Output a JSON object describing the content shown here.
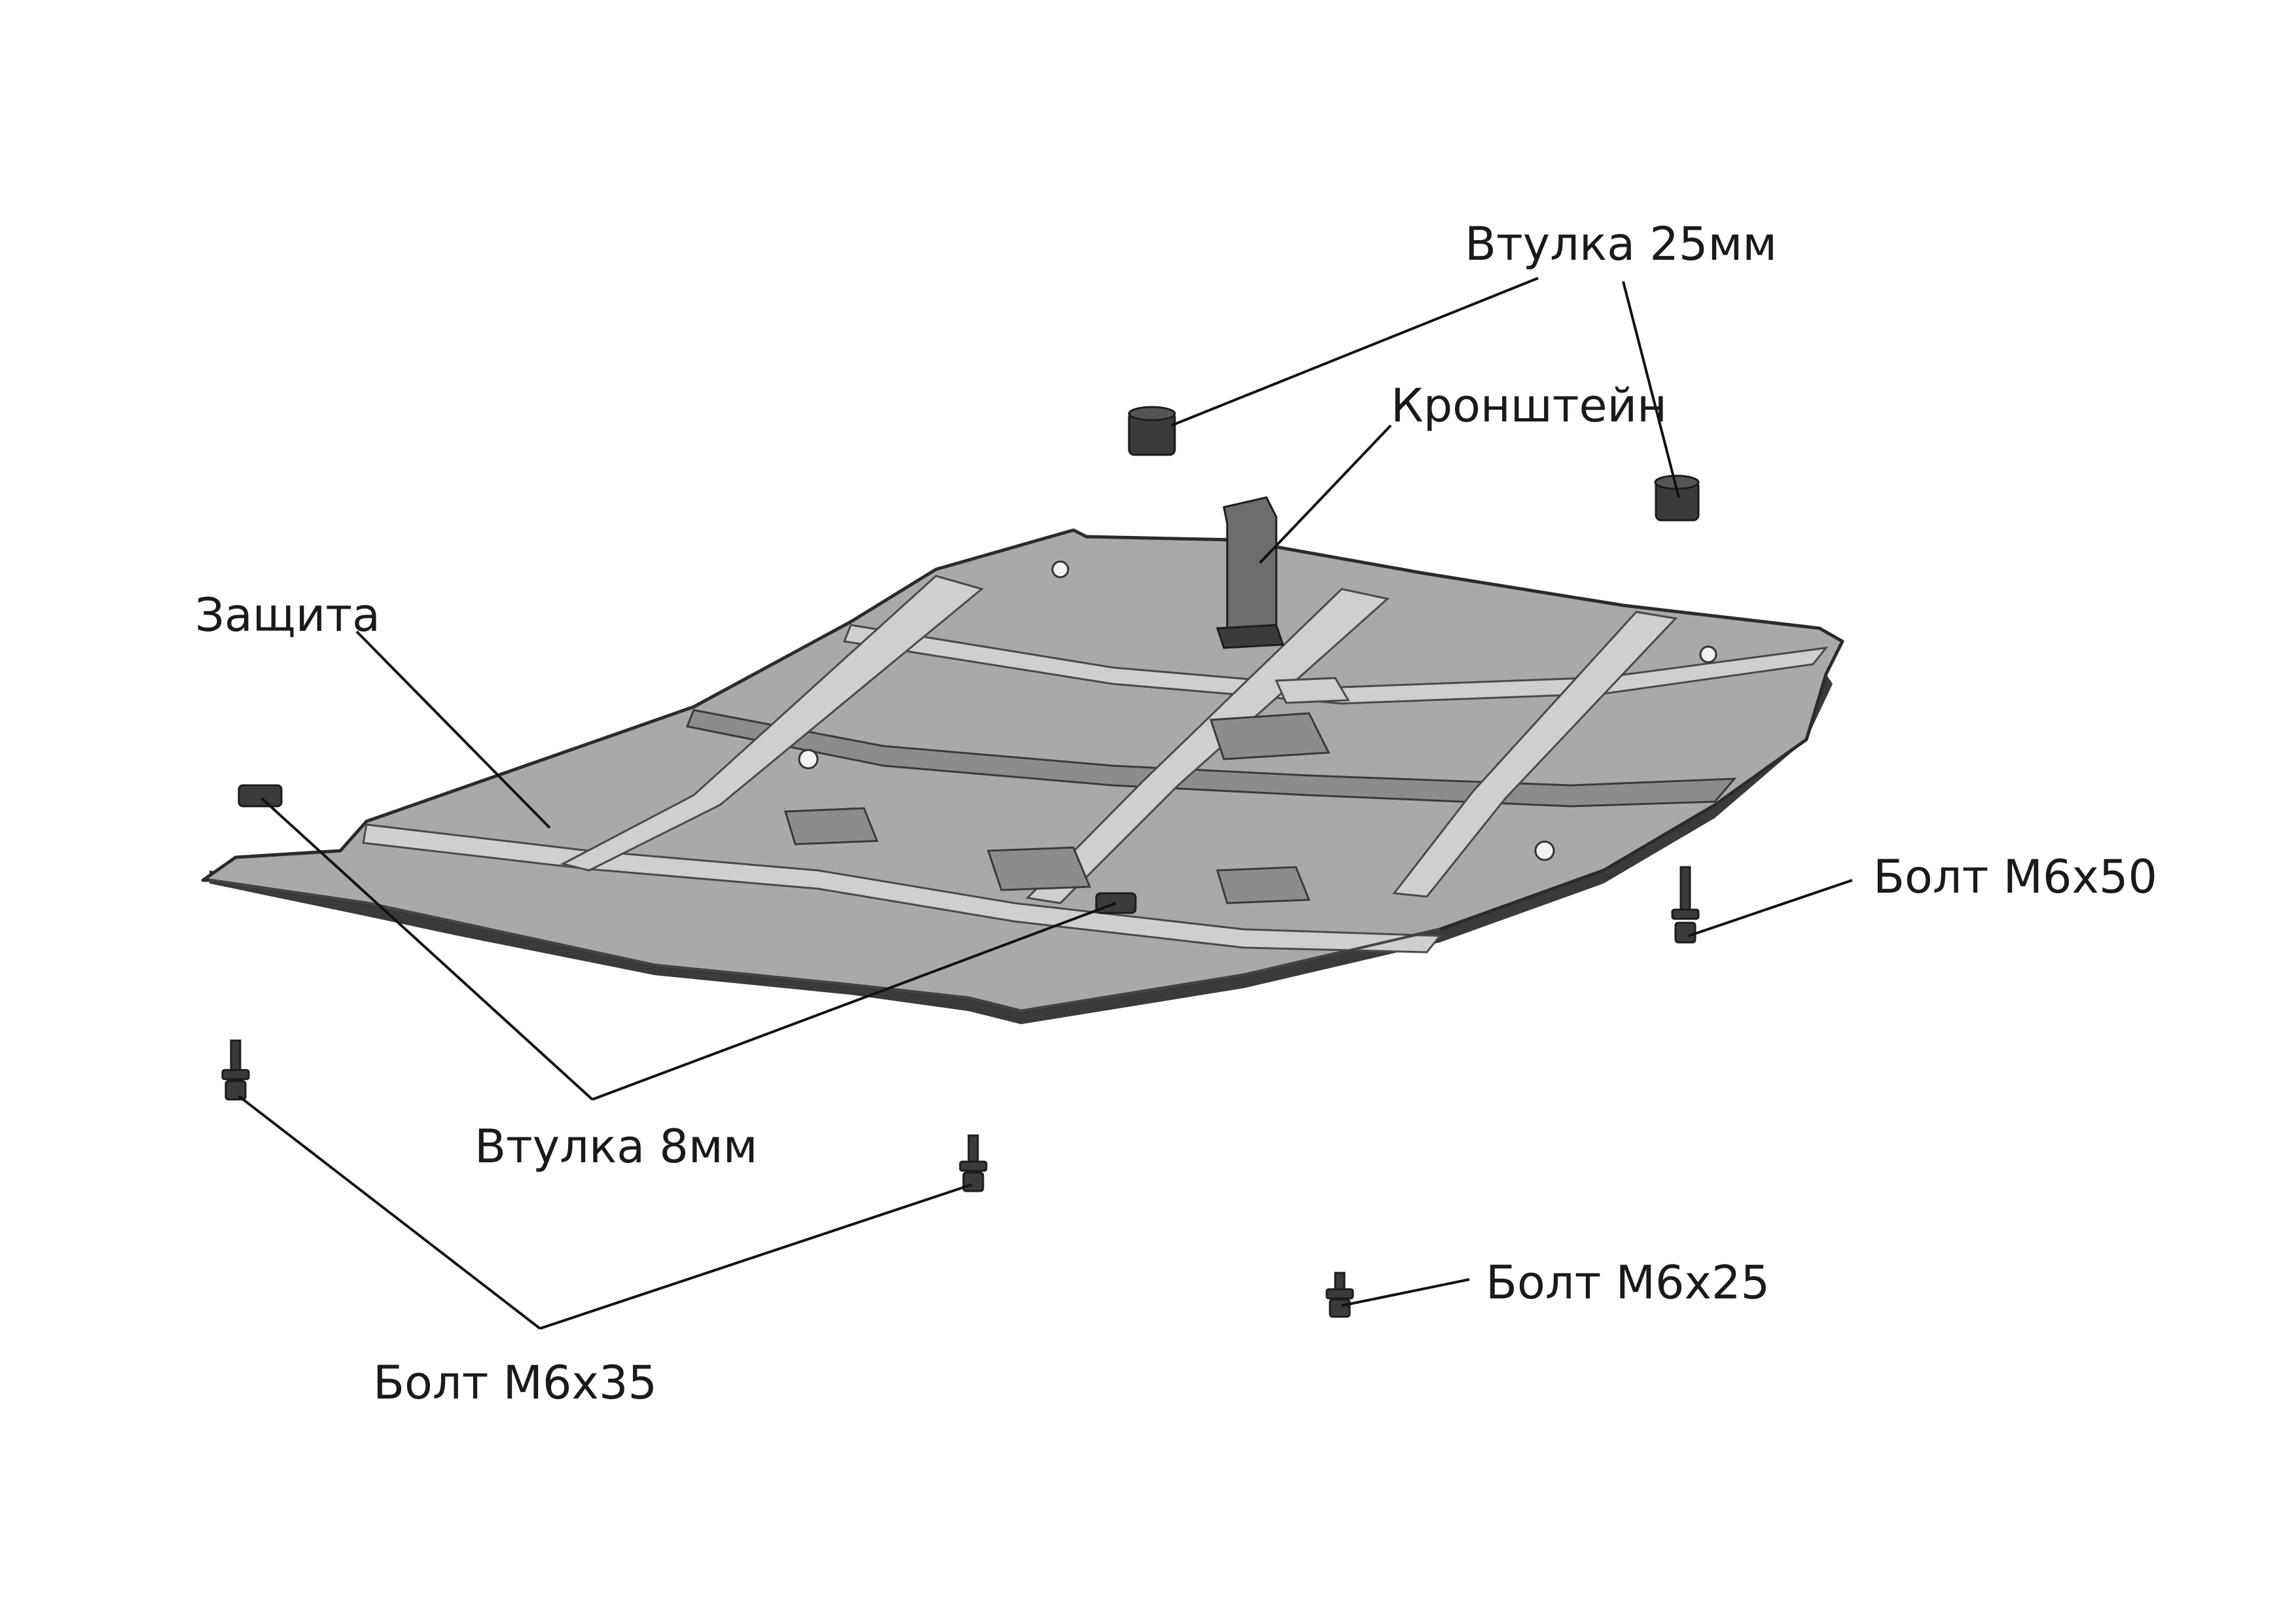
{
  "labels": {
    "bushing_25": "Втулка 25мм",
    "bracket": "Кронштейн",
    "guard": "Защита",
    "bolt_m6x50": "Болт М6х50",
    "bushing_8": "Втулка 8мм",
    "bolt_m6x25": "Болт М6х25",
    "bolt_m6x35": "Болт М6х35"
  },
  "colors": {
    "plate": "#a9a9a9",
    "outline": "#2b2b2b",
    "hardware": "#3b3b3b",
    "text": "#1a1a1a",
    "background": "#ffffff"
  }
}
